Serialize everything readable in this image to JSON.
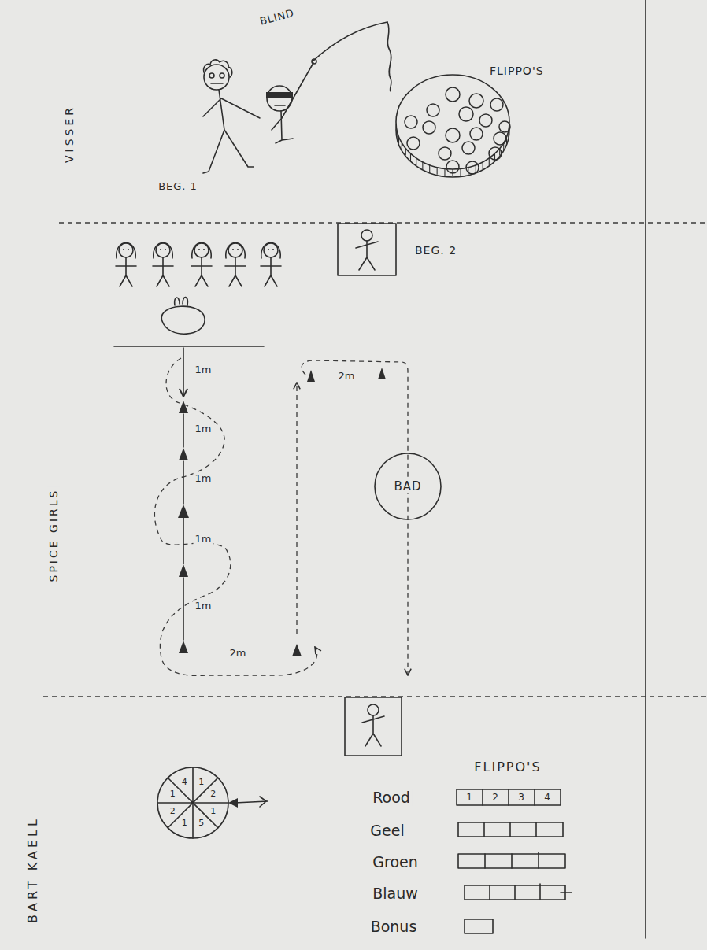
{
  "diagram": {
    "nodes": [
      {
        "text": [
          "FLIPPO'S"
        ]
      },
      {
        "text": [
          "BEG. 2"
        ]
      },
      {
        "text": [
          "BAD"
        ]
      }
    ],
    "labels": [
      "BLIND",
      "VISSER",
      "BEG. 1",
      "SPICE GIRLS",
      "1m",
      "2m",
      "1m",
      "1m",
      "1m",
      "1m",
      "2m",
      "BART KAELL",
      "4",
      "1",
      "2",
      "1",
      "5",
      "1",
      "2",
      "1",
      "FLIPPO'S",
      "Rood",
      "1",
      "2",
      "3",
      "4",
      "Geel",
      "Groen",
      "Blauw",
      "Bonus"
    ]
  }
}
